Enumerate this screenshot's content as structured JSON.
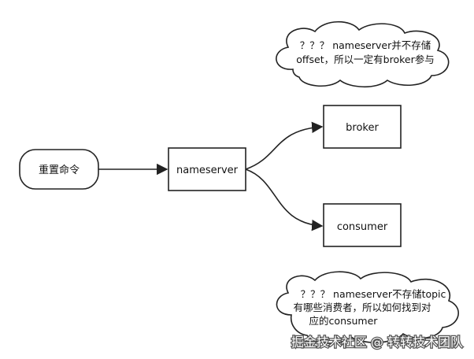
{
  "nodes": {
    "reset_command": "重置命令",
    "nameserver": "nameserver",
    "broker": "broker",
    "consumer": "consumer"
  },
  "notes": {
    "top": {
      "line1": "？？？ nameserver并不存储",
      "line2": "offset，所以一定有broker参与"
    },
    "bottom": {
      "line1": "？？？ nameserver不存储topic",
      "line2": "有哪些消费者，所以如何找到对",
      "line3": "应的consumer"
    }
  },
  "watermark": "掘金技术社区 @ 转转技术团队",
  "colors": {
    "stroke": "#222222",
    "background": "#ffffff",
    "watermark": "#ffffff"
  }
}
